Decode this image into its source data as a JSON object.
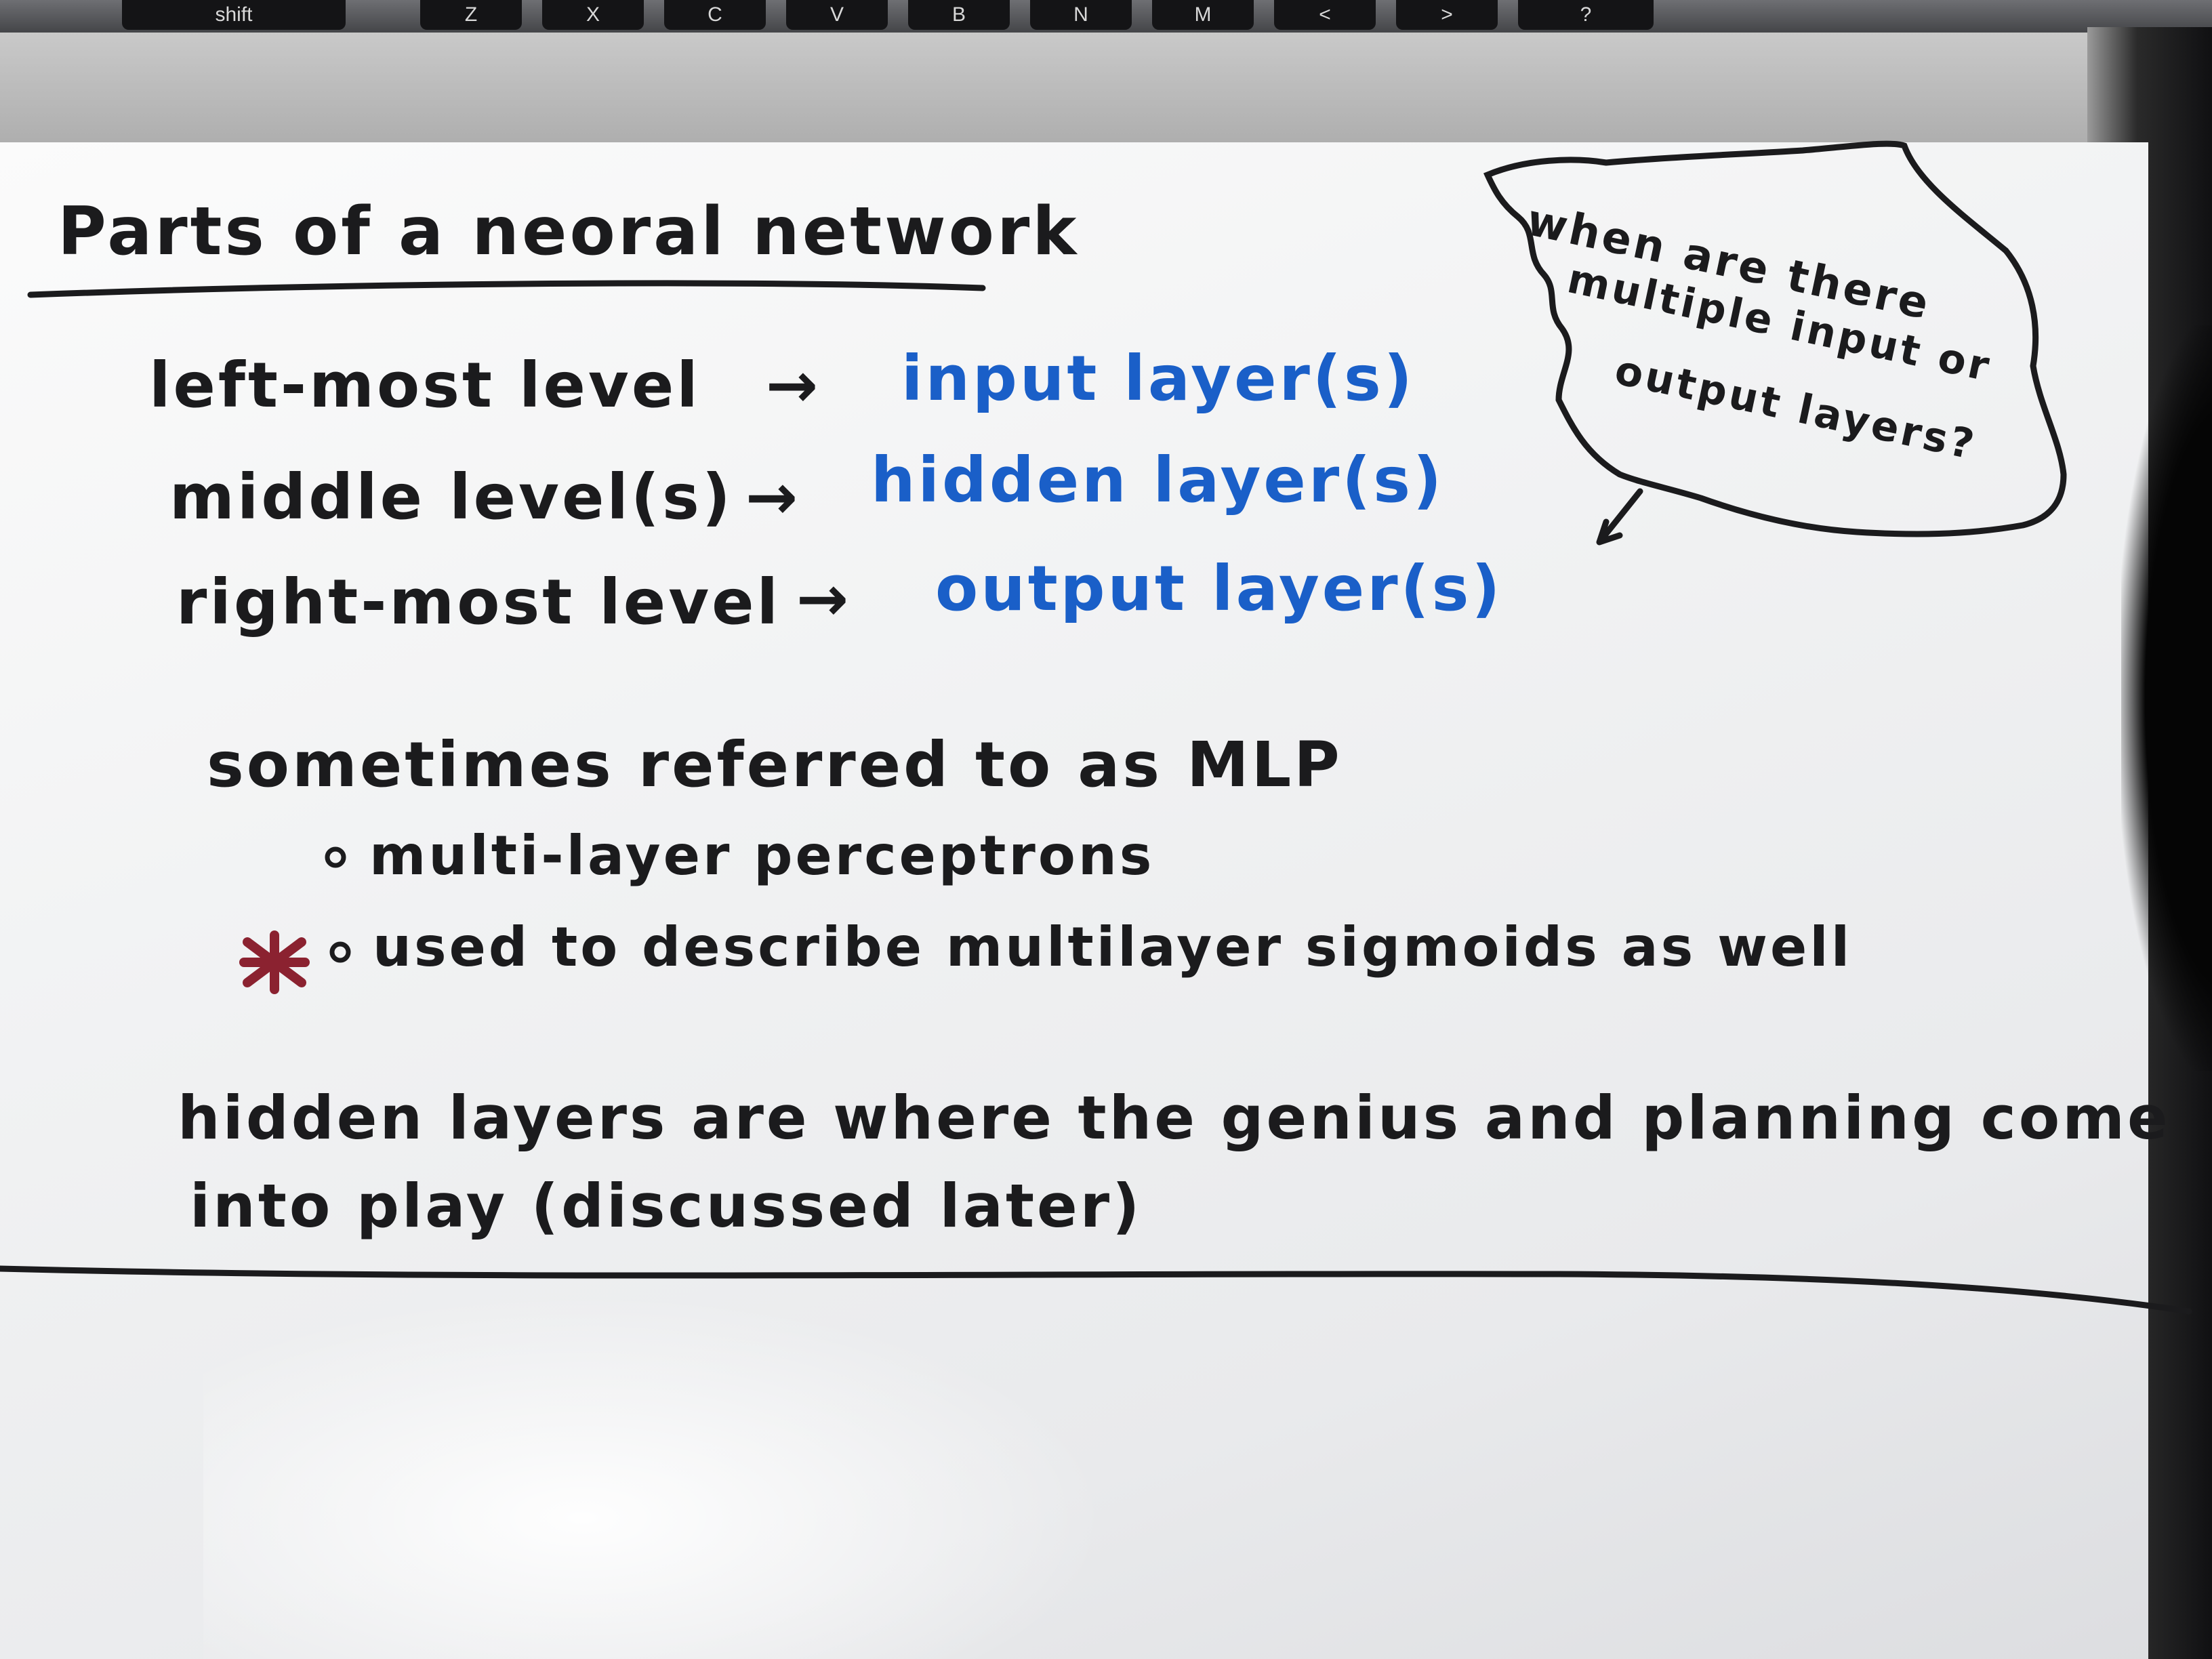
{
  "keyboard": {
    "keys": [
      "shift",
      "Z",
      "X",
      "C",
      "V",
      "B",
      "N",
      "M",
      "<",
      ">",
      "?"
    ]
  },
  "board": {
    "title": "Parts of a neoral network",
    "levels": [
      {
        "level": "left-most level",
        "arrow": "→",
        "layer": "input layer(s)"
      },
      {
        "level": "middle level(s)",
        "arrow": "→",
        "layer": "hidden layer(s)"
      },
      {
        "level": "right-most level",
        "arrow": "→",
        "layer": "output layer(s)"
      }
    ],
    "mlp_note": "sometimes referred to as MLP",
    "bullets": [
      "multi-layer perceptrons",
      "used to describe multilayer sigmoids as well"
    ],
    "hidden_note_line1": "hidden layers are where the genius and planning come",
    "hidden_note_line2": "into play (discussed later)",
    "cloud_lines": [
      "when are there",
      "multiple input or",
      "output layers?"
    ],
    "colors": {
      "ink_black": "#1b1b1d",
      "ink_blue": "#1a5fc8",
      "star_red": "#8b2230"
    }
  }
}
